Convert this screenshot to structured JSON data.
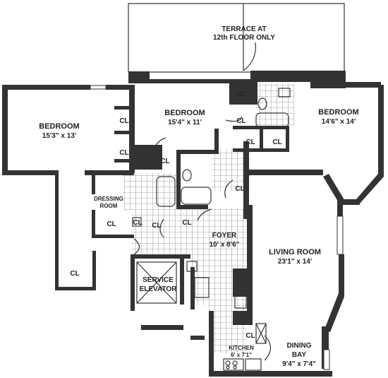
{
  "rooms": {
    "terrace": {
      "name": "TERRACE AT",
      "sub": "12th FLOOR ONLY"
    },
    "bedroom_left": {
      "name": "BEDROOM",
      "dim": "15'3\" x 13'"
    },
    "bedroom_middle": {
      "name": "BEDROOM",
      "dim": "15'4\" x 11'"
    },
    "bedroom_right": {
      "name": "BEDROOM",
      "dim": "14'6\" x 14'"
    },
    "dressing_room": {
      "line1": "DRESSING",
      "line2": "ROOM"
    },
    "foyer": {
      "name": "FOYER",
      "dim": "10' x 8'6\""
    },
    "living_room": {
      "name": "LIVING ROOM",
      "dim": "23'1\" x 14'"
    },
    "service_elevator": {
      "line1": "SERVICE",
      "line2": "ELEVATOR"
    },
    "kitchen": {
      "name": "KITCHEN",
      "dim": "6' x 7'1\""
    },
    "dining_bay": {
      "name": "DINING",
      "line2": "BAY",
      "dim": "9'4\" x 7'4\""
    }
  },
  "closets": {
    "label": "CL",
    "count": 14
  },
  "colors": {
    "wall": "#333333",
    "background": "#ffffff"
  }
}
